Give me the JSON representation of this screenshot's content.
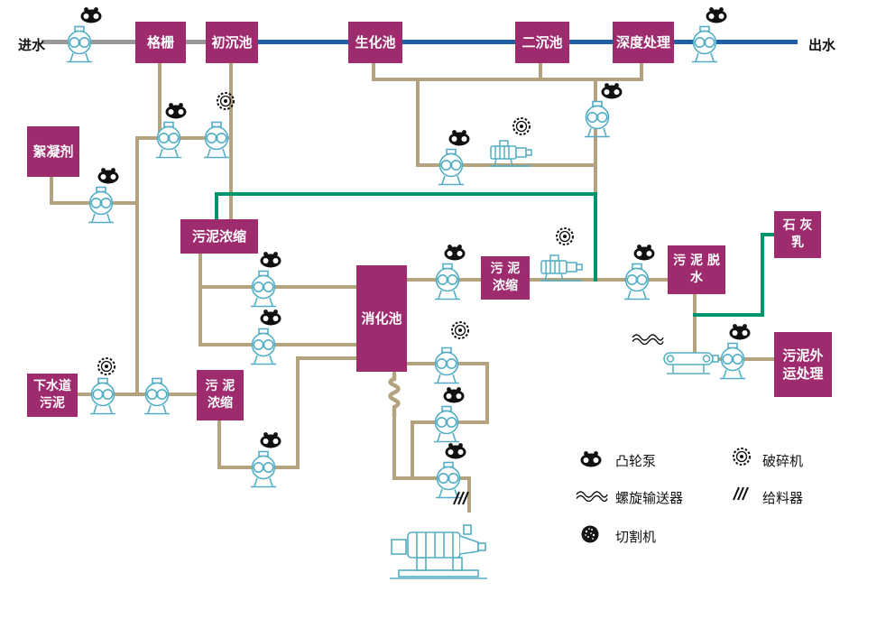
{
  "diagram": {
    "inlet_label": "进水",
    "outlet_label": "出水",
    "boxes": {
      "grid": "格栅",
      "primary_tank": "初沉池",
      "bio_tank": "生化池",
      "secondary_tank": "二沉池",
      "advanced_treatment": "深度处理",
      "flocculant": "絮凝剂",
      "thickening_top": "污泥浓缩",
      "digester": "消化池",
      "thickening_mid": "污 泥\n浓缩",
      "dewatering": "污 泥 脱\n水",
      "lime_milk": "石 灰\n乳",
      "sludge_disposal": "污泥外\n运处理",
      "sewer_sludge": "下水道\n污泥",
      "thickening_bottom": "污 泥\n浓缩"
    },
    "legend": [
      {
        "icon": "cam-pump-icon",
        "label": "凸轮泵"
      },
      {
        "icon": "crusher-icon",
        "label": "破碎机"
      },
      {
        "icon": "screw-conveyor-icon",
        "label": "螺旋输送器"
      },
      {
        "icon": "feeder-icon",
        "label": "给料器"
      },
      {
        "icon": "cutter-icon",
        "label": "切割机"
      }
    ],
    "colors": {
      "box_fill": "#9e2b6d",
      "box_text": "#ffffff",
      "pipe": "#b3a37e",
      "water": "#1f5fa8",
      "gray": "#999999",
      "green": "#00946c",
      "pump": "#53aec5"
    }
  }
}
